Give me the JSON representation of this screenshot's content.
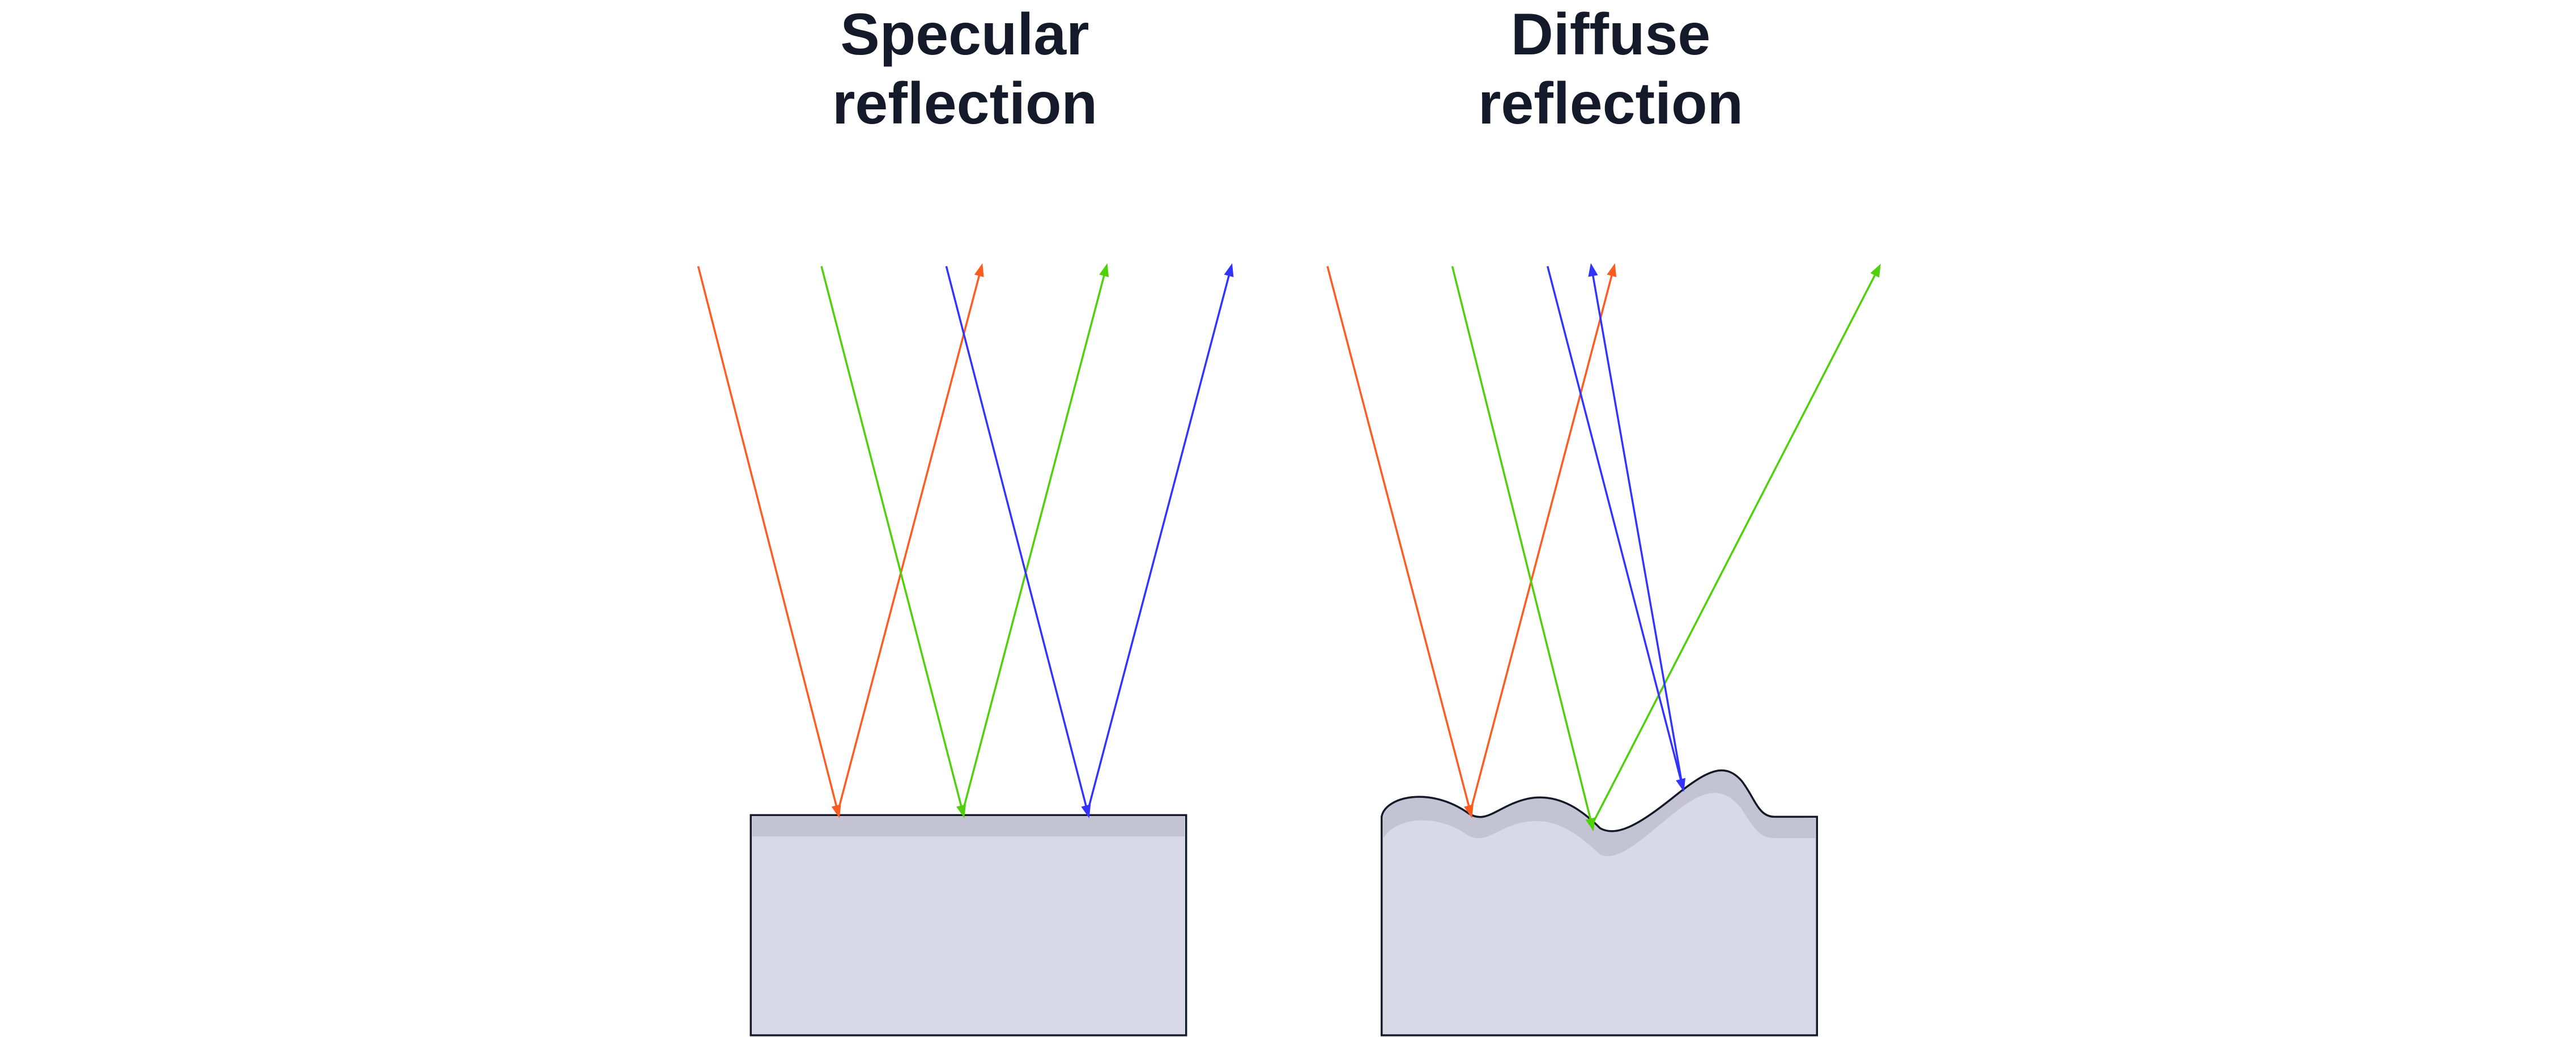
{
  "titles": {
    "specular": "Specular reflection",
    "diffuse": "Diffuse reflection"
  },
  "colors": {
    "red_ray": "#ff5a1f",
    "green_ray": "#4fd10a",
    "blue_ray": "#3333ff",
    "surface_fill": "#d8d8e7",
    "surface_shade": "#c3c3d3",
    "outline": "#141a29"
  },
  "panels": [
    {
      "name": "specular",
      "surface": "flat",
      "rays": [
        "red incoming/reflected",
        "green incoming/reflected",
        "blue incoming/reflected"
      ]
    },
    {
      "name": "diffuse",
      "surface": "rough",
      "rays": [
        "red incoming/reflected",
        "green incoming/reflected",
        "blue incoming/reflected"
      ]
    }
  ]
}
